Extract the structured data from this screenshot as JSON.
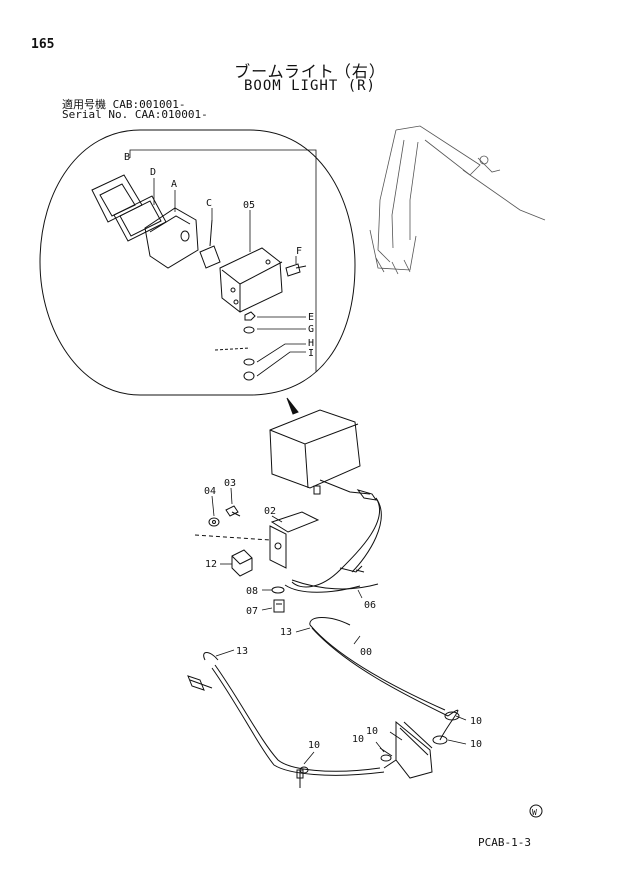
{
  "header": {
    "page_number": "165",
    "title_jp": "ブームライト（右）",
    "title_en": "BOOM LIGHT (R)",
    "serial_line_1": "適用号機  CAB:001001-",
    "serial_line_2": "Serial No. CAA:010001-"
  },
  "callouts": {
    "B": "B",
    "D": "D",
    "A": "A",
    "C": "C",
    "p05": "05",
    "F": "F",
    "E": "E",
    "G": "G",
    "H": "H",
    "I": "I",
    "p04": "04",
    "p03": "03",
    "p02": "02",
    "p12": "12",
    "p08": "08",
    "p07": "07",
    "p06": "06",
    "p13a": "13",
    "p00": "00",
    "p13b": "13",
    "p10a": "10",
    "p10b": "10",
    "p10c": "10",
    "p10d": "10",
    "p10e": "10"
  },
  "footer": {
    "watermark_mark": "W",
    "page_code": "PCAB-1-3"
  }
}
